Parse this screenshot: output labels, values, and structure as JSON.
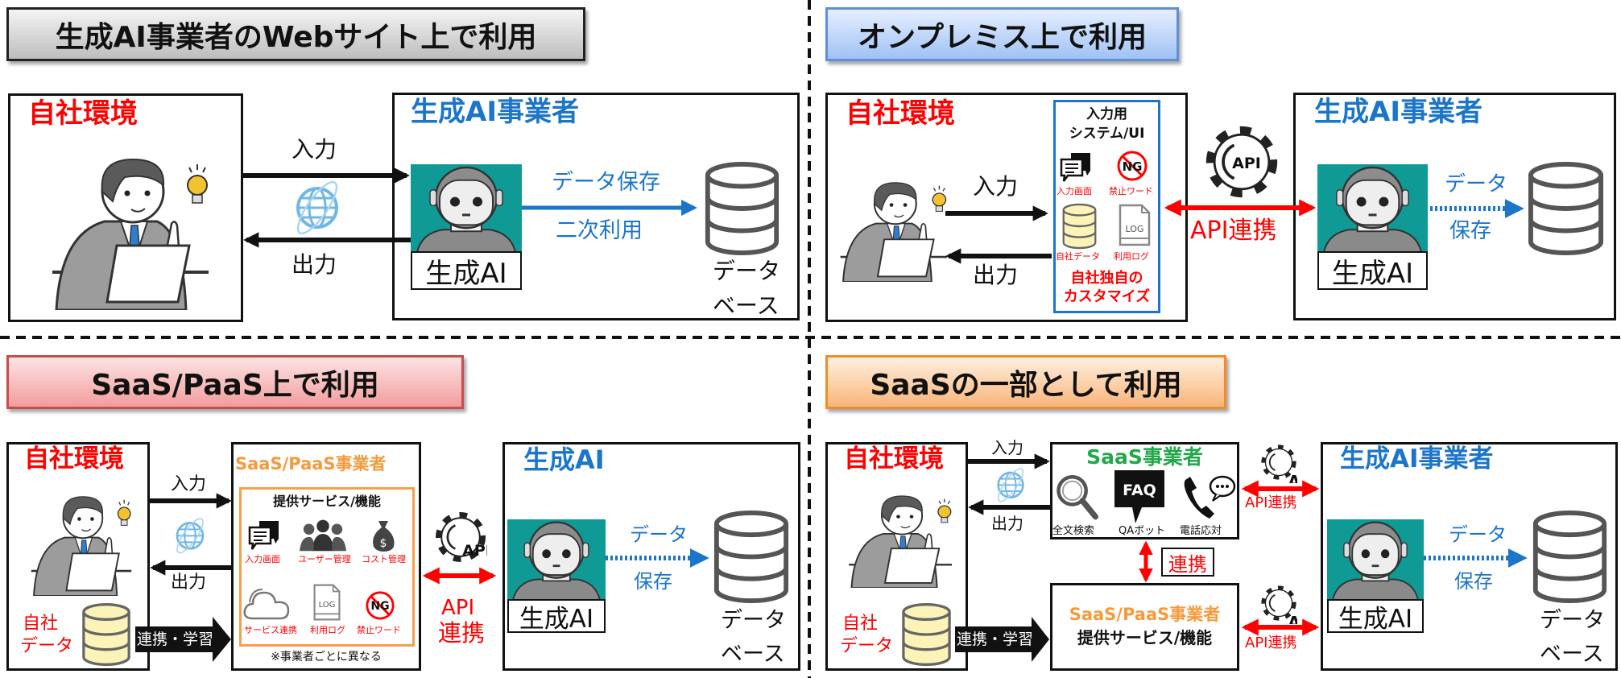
{
  "colors": {
    "red": "#ff0000",
    "blue": "#1b75c9",
    "orange": "#f59a3c",
    "green": "#22a84a",
    "teal": "#0f9a96",
    "db_yellow": "#fbf3b8"
  },
  "q1": {
    "title": "生成AI事業者のWebサイト上で利用",
    "self_label": "自社環境",
    "input": "入力",
    "output": "出力",
    "vendor_label": "生成AI事業者",
    "genai": "生成AI",
    "store": "データ保存",
    "reuse": "二次利用",
    "db_line1": "データ",
    "db_line2": "ベース"
  },
  "q2": {
    "title": "オンプレミス上で利用",
    "self_label": "自社環境",
    "input": "入力",
    "output": "出力",
    "system_line1": "入力用",
    "system_line2": "システム/UI",
    "icon_input_screen": "入力画面",
    "icon_ng_words": "禁止ワード",
    "icon_own_data": "自社データ",
    "icon_usage_log": "利用ログ",
    "ng": "NG",
    "log": "LOG",
    "custom_line1": "自社独自の",
    "custom_line2": "カスタマイズ",
    "api": "API",
    "api_link": "API連携",
    "vendor_label": "生成AI事業者",
    "genai": "生成AI",
    "data": "データ",
    "save": "保存"
  },
  "q3": {
    "title": "SaaS/PaaS上で利用",
    "self_label": "自社環境",
    "own_data_line1": "自社",
    "own_data_line2": "データ",
    "input": "入力",
    "output": "出力",
    "learn": "連携・学習",
    "saas_label": "SaaS/PaaS事業者",
    "services_title": "提供サービス/機能",
    "services": [
      "入力画面",
      "ユーザー管理",
      "コスト管理",
      "サービス連携",
      "利用ログ",
      "禁止ワード"
    ],
    "ng": "NG",
    "log": "LOG",
    "note": "※事業者ごとに異なる",
    "api": "API",
    "api_line1": "API",
    "api_line2": "連携",
    "genai_label": "生成AI",
    "genai": "生成AI",
    "data": "データ",
    "save": "保存",
    "db_line1": "データ",
    "db_line2": "ベース"
  },
  "q4": {
    "title": "SaaSの一部として利用",
    "self_label": "自社環境",
    "own_data_line1": "自社",
    "own_data_line2": "データ",
    "input": "入力",
    "output": "出力",
    "learn": "連携・学習",
    "saas_label": "SaaS事業者",
    "faq": "FAQ",
    "features": [
      "全文検索",
      "QAボット",
      "電話応対"
    ],
    "link": "連携",
    "paas_label": "SaaS/PaaS事業者",
    "paas_services": "提供サービス/機能",
    "api": "API",
    "api_link": "API連携",
    "vendor_label": "生成AI事業者",
    "genai": "生成AI",
    "data": "データ",
    "save": "保存",
    "db_line1": "データ",
    "db_line2": "ベース"
  }
}
